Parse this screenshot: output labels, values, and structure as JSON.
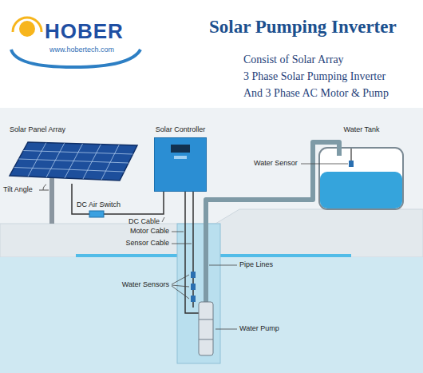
{
  "diagram": {
    "title": "Solar Pumping Inverter",
    "nodes": [
      {
        "text": [
          "Solar Panel Array"
        ]
      },
      {
        "text": [
          "Solar Controller"
        ]
      },
      {
        "text": [
          "Water Tank"
        ]
      }
    ],
    "edges": [
      {
        "from": 0,
        "to": 1,
        "arrow": "none"
      }
    ],
    "labels": [
      "HOBER",
      "www.hobertech.com",
      "Consist of Solar Array",
      "3 Phase Solar Pumping Inverter",
      "And 3 Phase AC Motor & Pump",
      "Tilt Angle",
      "DC Air Switch",
      "DC Cable",
      "Motor Cable",
      "Sensor Cable",
      "Water Sensor",
      "Pipe Lines",
      "Water Sensors",
      "Water Pump"
    ]
  }
}
